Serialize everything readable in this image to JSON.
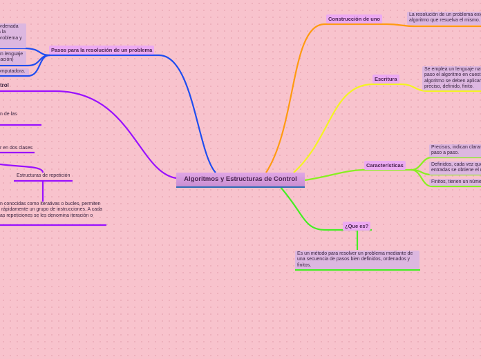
{
  "root": {
    "title": "Algoritmos y Estructuras de Control"
  },
  "branches": {
    "pasos": {
      "label": "Pasos para la resolución de un problema",
      "items": [
        "ordenada\na la\nproblema y",
        "un lenguaje\nsación)",
        "omputadora."
      ]
    },
    "construccion": {
      "label": "Construcción de uno",
      "text": "La resolución de un problema exig\nalgoritmo que resuelva el mismo."
    },
    "escritura": {
      "label": "Escritura",
      "text": "Se emplea un lenguaje nat\npaso el algoritmo en cuesti\nalgoritmo se deben aplicar\npreciso, definido, finito."
    },
    "caracteristicas": {
      "label": "Características",
      "items": [
        "Precisos, indican claram\npaso a paso.",
        "Definidos, cada vez que\nentradas se obtiene el m",
        "Finitos, tienen un núme"
      ]
    },
    "que_es": {
      "label": "¿Que es?",
      "text": "Es un método para resolver un problema mediante de\nuna secuencia de pasos bien definidos, ordenados y\nfinitos."
    },
    "control": {
      "label": "trol",
      "items": [
        "n de las",
        "r en dos clases"
      ],
      "repeticion": {
        "label": "Estructuras de repetición",
        "text": "n conocidas como iterativas o bucles, permiten\n rápidamente un grupo de instrucciones. A cada\nas repeticiones se les denomina iteración o"
      }
    }
  },
  "colors": {
    "pasos": "#1e4df0",
    "construccion": "#ff9a10",
    "escritura": "#f4f420",
    "caracteristicas": "#88f020",
    "que_es": "#44ee22",
    "control": "#9a10ff"
  }
}
